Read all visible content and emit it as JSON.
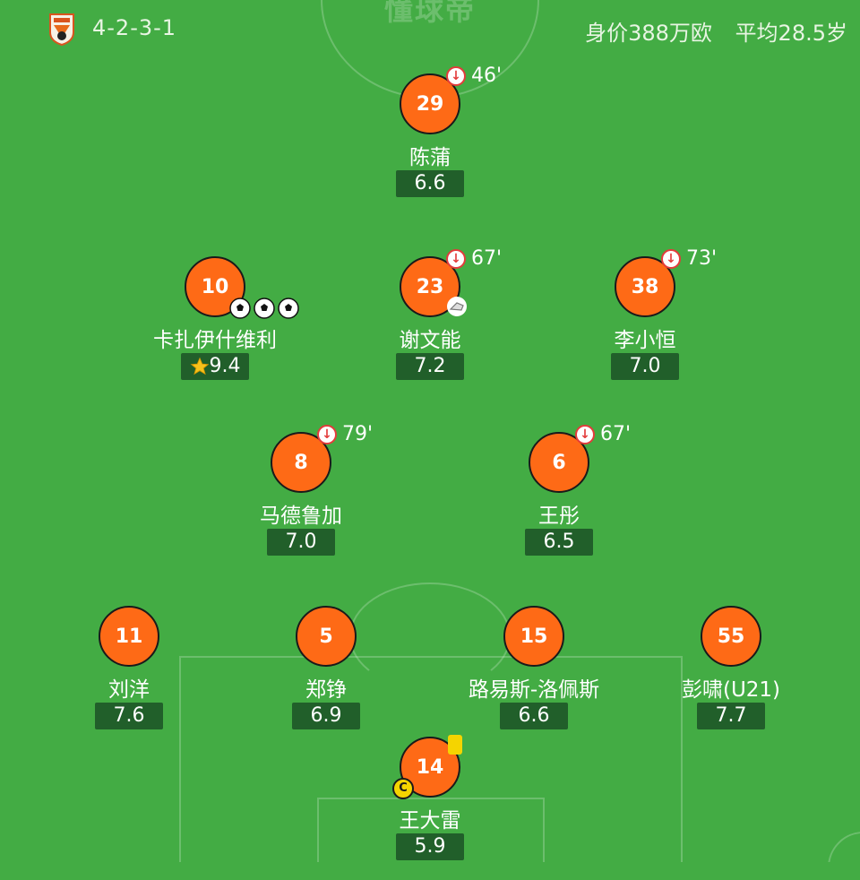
{
  "header": {
    "formation": "4-2-3-1",
    "value": "身价388万欧",
    "avg_age": "平均28.5岁",
    "watermark": "懂球帝"
  },
  "players": [
    {
      "number": "29",
      "name": "陈蒲",
      "rating": "6.6",
      "sub_minute": "46'"
    },
    {
      "number": "10",
      "name": "卡扎伊什维利",
      "rating": "9.4",
      "goals": 3,
      "mvp": true
    },
    {
      "number": "23",
      "name": "谢文能",
      "rating": "7.2",
      "sub_minute": "67'",
      "assist": true
    },
    {
      "number": "38",
      "name": "李小恒",
      "rating": "7.0",
      "sub_minute": "73'"
    },
    {
      "number": "8",
      "name": "马德鲁加",
      "rating": "7.0",
      "sub_minute": "79'"
    },
    {
      "number": "6",
      "name": "王彤",
      "rating": "6.5",
      "sub_minute": "67'"
    },
    {
      "number": "11",
      "name": "刘洋",
      "rating": "7.6"
    },
    {
      "number": "5",
      "name": "郑铮",
      "rating": "6.9"
    },
    {
      "number": "15",
      "name": "路易斯-洛佩斯",
      "rating": "6.6"
    },
    {
      "number": "55",
      "name": "彭啸(U21)",
      "rating": "7.7"
    },
    {
      "number": "14",
      "name": "王大雷",
      "rating": "5.9",
      "yellow_card": true,
      "captain": "C"
    }
  ],
  "colors": {
    "pitch": "#43ac44",
    "player": "#fe6a16",
    "rating_bg": "#215f2a"
  }
}
